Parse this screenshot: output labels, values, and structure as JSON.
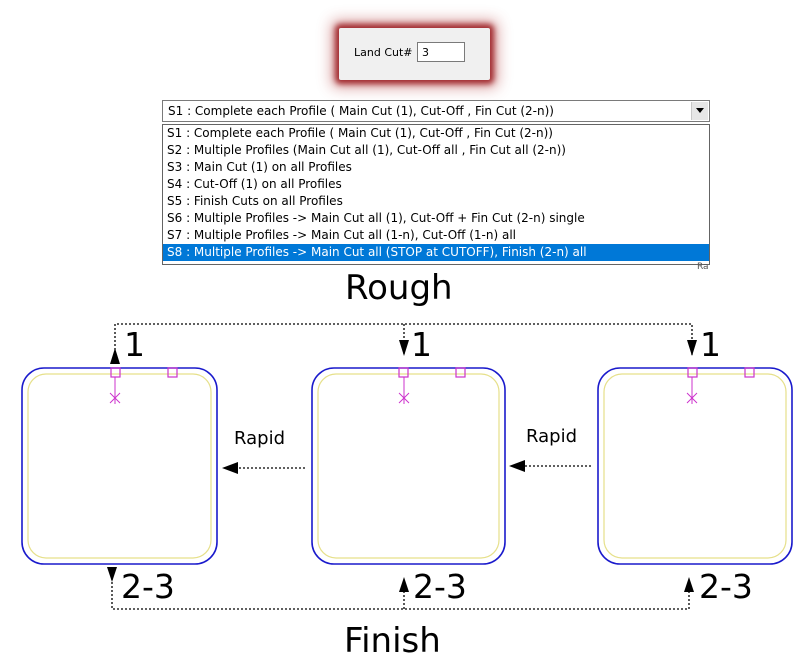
{
  "land_cut": {
    "label": "Land Cut#",
    "value": "3"
  },
  "strategy_combo": {
    "selected": "S1 : Complete each Profile ( Main Cut (1), Cut-Off , Fin Cut (2-n))",
    "options": [
      "S1 : Complete each Profile ( Main Cut (1), Cut-Off , Fin Cut (2-n))",
      "S2 : Multiple Profiles (Main Cut all (1), Cut-Off all , Fin Cut all (2-n))",
      "S3 : Main Cut (1) on all Profiles",
      "S4 : Cut-Off (1) on all Profiles",
      "S5 : Finish Cuts on all Profiles",
      "S6 : Multiple Profiles -> Main Cut all (1), Cut-Off + Fin Cut (2-n) single",
      "S7 : Multiple Profiles -> Main Cut all (1-n), Cut-Off (1-n) all",
      "S8 : Multiple Profiles -> Main Cut all (STOP at CUTOFF), Finish (2-n) all"
    ],
    "highlighted_index": 7,
    "peek_text": "Ra"
  },
  "diagram": {
    "rough_label": "Rough",
    "finish_label": "Finish",
    "rapid_labels": [
      "Rapid",
      "Rapid"
    ],
    "rough_numbers": [
      "1",
      "1",
      "1"
    ],
    "finish_numbers": [
      "2-3",
      "2-3",
      "2-3"
    ],
    "colors": {
      "profile_outline": "#1a1acc",
      "inner_offset": "#e6e08a",
      "marker": "#cc33cc",
      "path": "#000000"
    }
  }
}
